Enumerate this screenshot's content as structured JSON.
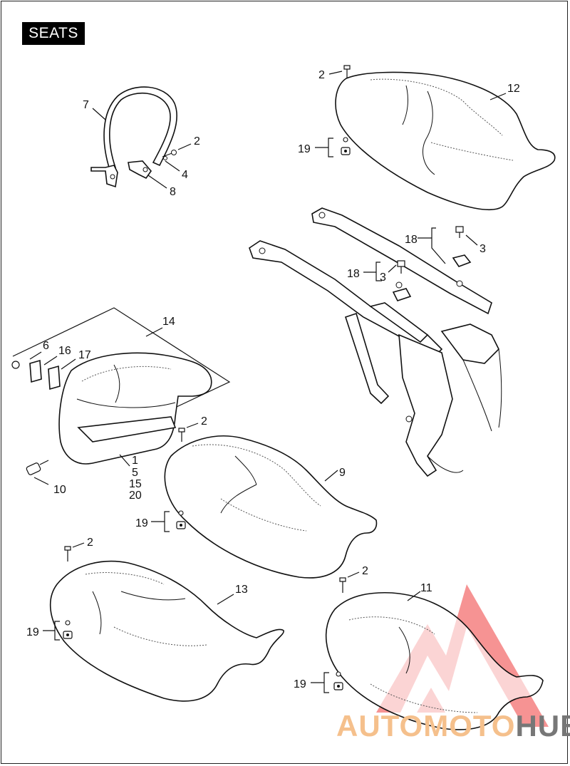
{
  "title": "SEATS",
  "callouts": {
    "c_2a": "2",
    "c_12": "12",
    "c_19a": "19",
    "c_7": "7",
    "c_2b": "2",
    "c_4": "4",
    "c_8": "8",
    "c_18a": "18",
    "c_3a": "3",
    "c_18b": "18",
    "c_3b": "3",
    "c_14": "14",
    "c_6": "6",
    "c_16": "16",
    "c_17": "17",
    "c_2c": "2",
    "c_1": "1",
    "c_5": "5",
    "c_15": "15",
    "c_20": "20",
    "c_10": "10",
    "c_9": "9",
    "c_19b": "19",
    "c_2d": "2",
    "c_13": "13",
    "c_19c": "19",
    "c_2e": "2",
    "c_11": "11",
    "c_19d": "19"
  },
  "watermark": {
    "part1": "AUTOMOTO",
    "part2": "HUB"
  },
  "colors": {
    "watermark_orange": "#f5c08c",
    "watermark_red": "#ee3b3b",
    "watermark_gray": "#777777"
  }
}
